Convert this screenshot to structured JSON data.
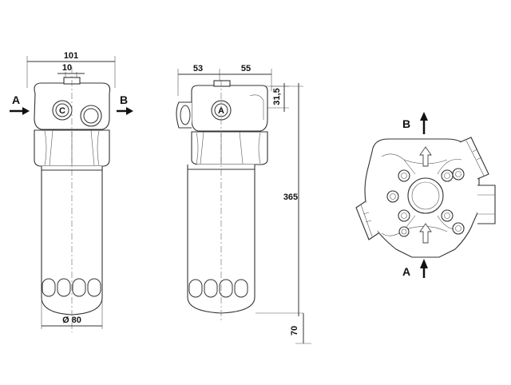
{
  "colors": {
    "line": "#333333",
    "arrow": "#111111",
    "background": "#ffffff"
  },
  "front_view": {
    "dim_overall_width": "101",
    "dim_top_width": "10",
    "dim_diameter": "Ø 80",
    "port_center_label": "C",
    "inlet_label": "A",
    "outlet_label": "B"
  },
  "side_view": {
    "dim_left": "53",
    "dim_right": "55",
    "dim_head_height": "31,5",
    "dim_total_height": "365",
    "dim_removal_height": "70",
    "port_label": "A"
  },
  "top_view": {
    "outlet_label": "B",
    "inlet_label": "A"
  }
}
